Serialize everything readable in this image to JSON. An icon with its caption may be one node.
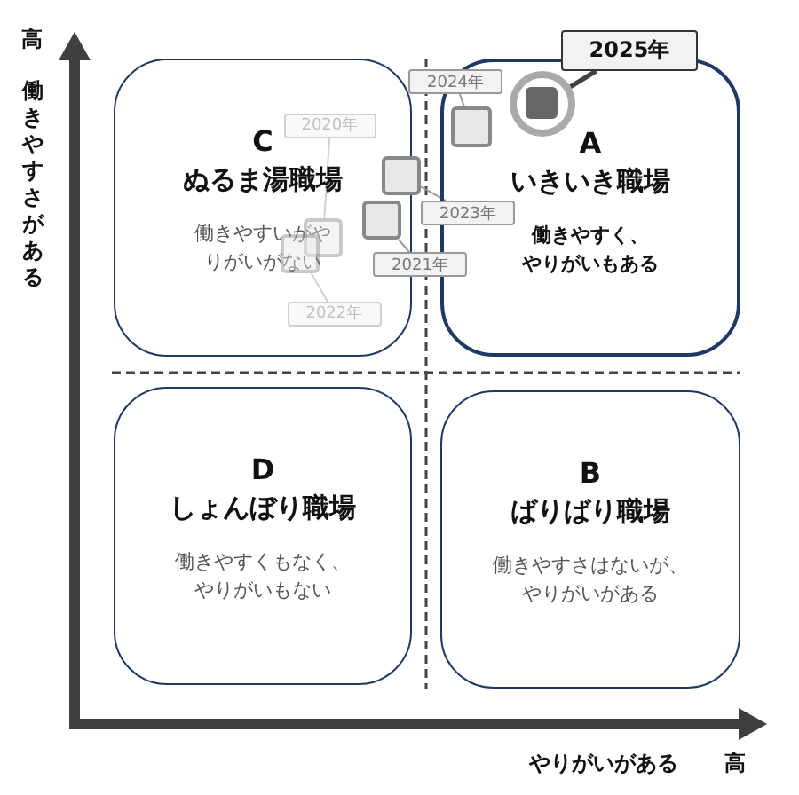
{
  "diagram": {
    "nodes": [
      {
        "text": [
          "C",
          "ぬるま湯職場",
          "働きやすいがやりがいがない"
        ]
      },
      {
        "text": [
          "A",
          "いきいき職場",
          "働きやすく、やりがいもある"
        ]
      },
      {
        "text": [
          "D",
          "しょんぼり職場",
          "働きやすくもなく、やりがいもない"
        ]
      },
      {
        "text": [
          "B",
          "ばりばり職場",
          "働きやすさはないが、やりがいがある"
        ]
      },
      {
        "text": [
          "2020年"
        ],
        "in": 0
      },
      {
        "text": [],
        "shape": "box",
        "in": 0
      },
      {
        "text": [
          "2021年"
        ]
      },
      {
        "text": [],
        "shape": "box",
        "in": 0
      },
      {
        "text": [
          "2022年"
        ],
        "in": 0
      },
      {
        "text": [],
        "shape": "box",
        "in": 0
      },
      {
        "text": [
          "2023年"
        ]
      },
      {
        "text": [],
        "shape": "box"
      },
      {
        "text": [
          "2024年"
        ]
      },
      {
        "text": [],
        "shape": "box",
        "in": 1
      },
      {
        "text": [
          "2025年"
        ]
      },
      {
        "text": [],
        "shape": "circle",
        "in": 1
      },
      {
        "text": [],
        "shape": "box",
        "in": 15
      }
    ],
    "edges": [
      {
        "from": 4,
        "to": 5,
        "arrow": "none"
      },
      {
        "from": 6,
        "to": 7,
        "arrow": "none"
      },
      {
        "from": 8,
        "to": 9,
        "arrow": "none"
      },
      {
        "from": 10,
        "to": 11,
        "arrow": "none"
      },
      {
        "from": 12,
        "to": 13,
        "arrow": "none"
      },
      {
        "from": 14,
        "to": 15,
        "arrow": "none",
        "style": "thick",
        "color": "#404040"
      }
    ],
    "labels": [
      "高",
      "働きやすさがある",
      "やりがいがある",
      "高"
    ]
  }
}
